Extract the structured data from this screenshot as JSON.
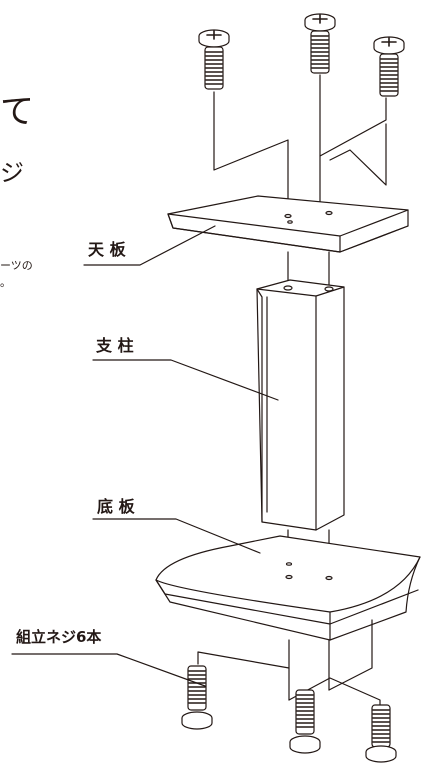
{
  "text_fragments": {
    "title_fragment": "て",
    "subtitle_fragment": "ジ",
    "note_line1": "ーツの",
    "note_line2": "。"
  },
  "labels": {
    "top_plate": "天 板",
    "post": "支 柱",
    "base_plate": "底 板",
    "screws": "組立ネジ6本"
  },
  "colors": {
    "line": "#231815",
    "background": "#ffffff"
  }
}
